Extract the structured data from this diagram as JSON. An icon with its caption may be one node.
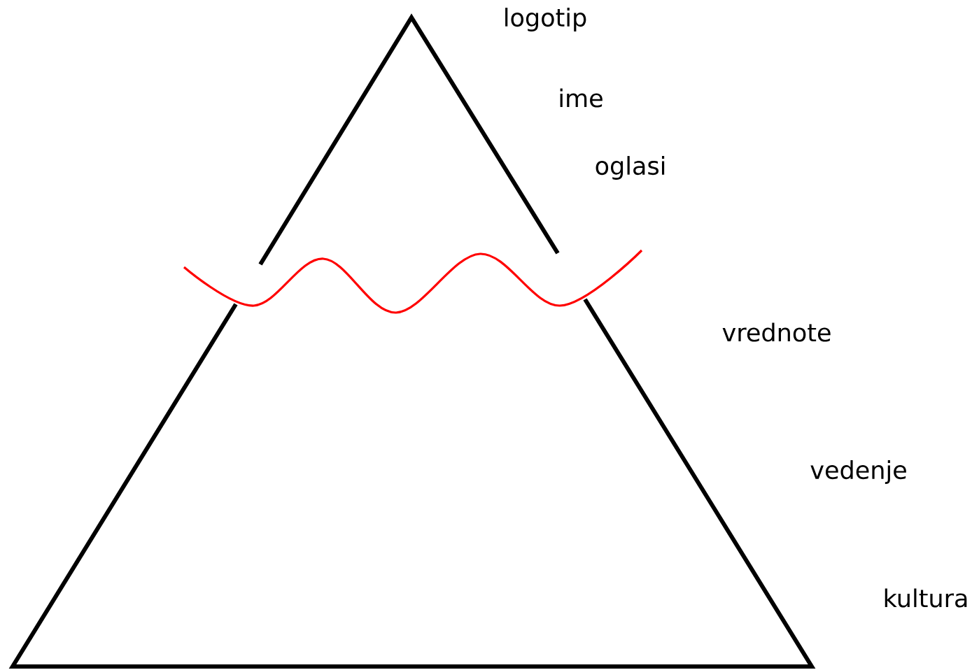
{
  "diagram": {
    "labels": [
      "logotip",
      "ime",
      "oglasi",
      "vrednote",
      "vedenje",
      "kultura"
    ]
  }
}
